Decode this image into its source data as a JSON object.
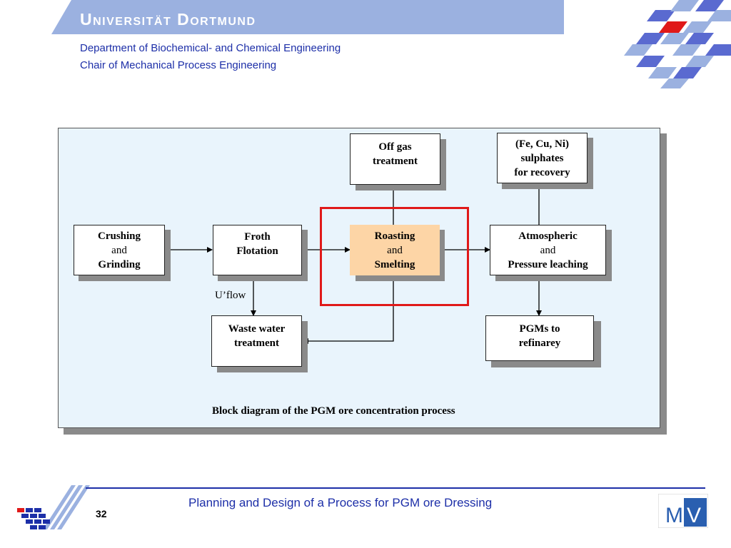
{
  "header": {
    "university": "Universität Dortmund",
    "department": "Department of Biochemical- and Chemical Engineering",
    "chair": "Chair of Mechanical Process Engineering"
  },
  "diagram": {
    "nodes": {
      "crushing": {
        "line1": "Crushing",
        "line2": "and",
        "line3": "Grinding"
      },
      "froth": {
        "line1": "Froth",
        "line2": "Flotation"
      },
      "roasting": {
        "line1": "Roasting",
        "line2": "and",
        "line3": "Smelting"
      },
      "atmospheric": {
        "line1": "Atmospheric",
        "line2": "and",
        "line3": "Pressure leaching"
      },
      "offgas": {
        "line1": "Off gas",
        "line2": "treatment"
      },
      "sulphates": {
        "line1": "(Fe, Cu, Ni)",
        "line2": "sulphates",
        "line3": "for recovery"
      },
      "waste": {
        "line1": "Waste water",
        "line2": "treatment"
      },
      "pgms": {
        "line1": "PGMs to",
        "line2": "refinarey"
      }
    },
    "uflow_label": "U’flow",
    "caption": "Block diagram of the PGM ore concentration process",
    "highlight_color": "#e01919",
    "highlight_fill": "#fdd5a6"
  },
  "footer": {
    "title": "Planning and Design of a Process for PGM ore Dressing",
    "page_number": "32",
    "logo_text": "MV"
  },
  "colors": {
    "brand_blue": "#1d2fa8",
    "header_band": "#9bb1e0",
    "diagram_bg": "#e9f4fc"
  }
}
